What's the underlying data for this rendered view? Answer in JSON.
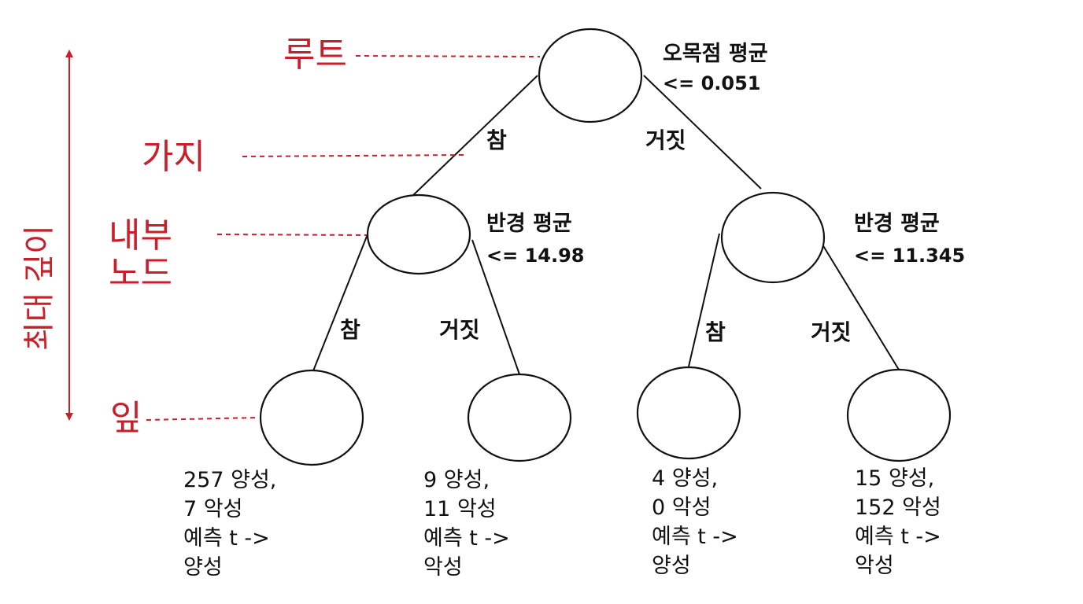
{
  "colors": {
    "annotation": "#c8202a",
    "tree": "#111111",
    "background": "#ffffff"
  },
  "annotations": {
    "root": "루트",
    "branch": "가지",
    "internal_node_line1": "내부",
    "internal_node_line2": "노드",
    "leaf": "잎",
    "max_depth": "최대 깊이"
  },
  "nodes": {
    "root": {
      "feature": "오목점 평균",
      "threshold": "<= 0.051"
    },
    "left_internal": {
      "feature": "반경 평균",
      "threshold": "<= 14.98"
    },
    "right_internal": {
      "feature": "반경 평균",
      "threshold": "<= 11.345"
    }
  },
  "edge_labels": {
    "true": "참",
    "false": "거짓"
  },
  "leaves": [
    {
      "line1": "257 양성,",
      "line2": "7 악성",
      "line3": "예측  t ->",
      "line4": "양성"
    },
    {
      "line1": "9 양성,",
      "line2": "11 악성",
      "line3": "예측  t ->",
      "line4": "악성"
    },
    {
      "line1": "4 양성,",
      "line2": "0 악성",
      "line3": "예측  t ->",
      "line4": "양성"
    },
    {
      "line1": "15 양성,",
      "line2": "152 악성",
      "line3": "예측  t ->",
      "line4": "악성"
    }
  ]
}
